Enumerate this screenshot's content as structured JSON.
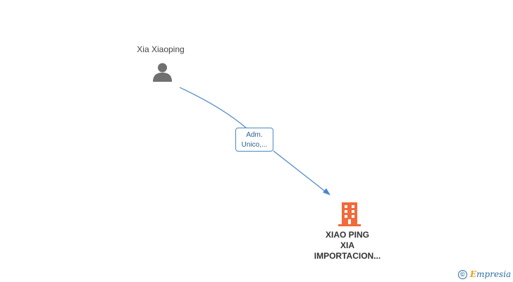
{
  "person": {
    "name": "Xia Xiaoping",
    "icon": "person-icon"
  },
  "relation": {
    "line1": "Adm.",
    "line2": "Unico,..."
  },
  "company": {
    "name_lines": [
      "XIAO PING",
      "XIA",
      "IMPORTACION..."
    ],
    "icon": "building-icon",
    "color": "#f26b3a"
  },
  "brand": {
    "copyright": "©",
    "initial": "E",
    "rest": "mpresia"
  },
  "colors": {
    "edge": "#4a86c8",
    "person_icon": "#707070"
  }
}
